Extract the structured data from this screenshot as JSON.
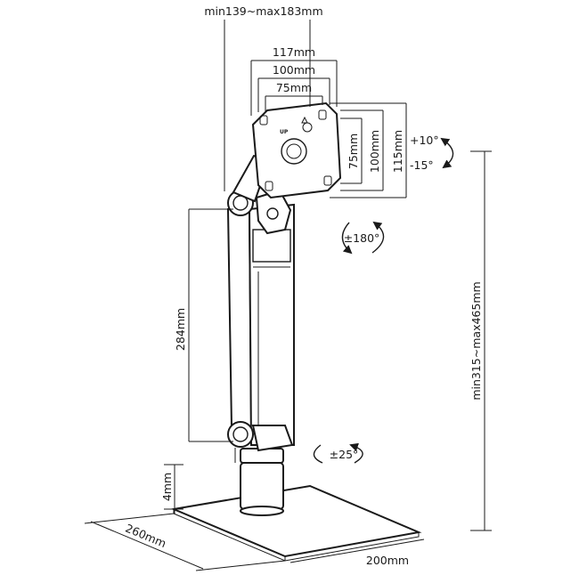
{
  "dimensions": {
    "arm_reach": "min139~max183mm",
    "vesa_outer": "117mm",
    "vesa_mid": "100mm",
    "vesa_inner": "75mm",
    "vesa_v_inner": "75mm",
    "vesa_v_mid": "100mm",
    "vesa_v_outer": "115mm",
    "tilt_up": "+10°",
    "tilt_down": "-15°",
    "rotation": "±180°",
    "pole_length": "284mm",
    "height_range": "min315~max465mm",
    "swivel": "±25°",
    "base_thickness": "4mm",
    "base_depth": "260mm",
    "base_width": "200mm"
  },
  "plate_marking": "UP",
  "colors": {
    "line": "#1a1a1a",
    "background": "#ffffff"
  }
}
